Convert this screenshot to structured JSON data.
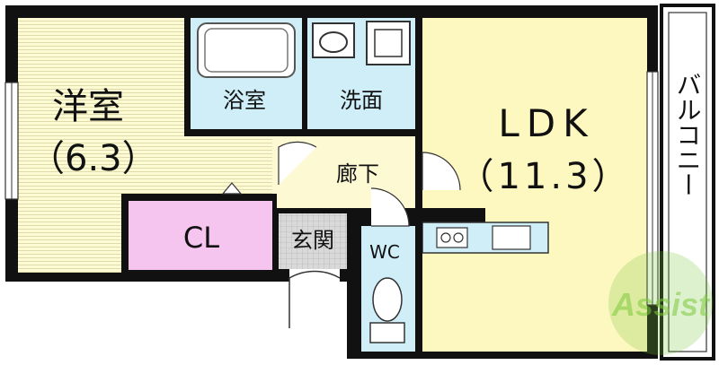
{
  "rooms": {
    "western": {
      "name": "洋室",
      "size": "（6.3）"
    },
    "bath": {
      "name": "浴室"
    },
    "washroom": {
      "name": "洗面"
    },
    "ldk": {
      "name": "LDK",
      "size": "（11.3）"
    },
    "hallway": {
      "name": "廊下"
    },
    "closet": {
      "name": "CL"
    },
    "entrance": {
      "name": "玄関"
    },
    "toilet": {
      "name": "WC"
    },
    "balcony": {
      "name": "バルコニー"
    }
  },
  "watermark": {
    "text": "Assist"
  },
  "colors": {
    "wall": "#111111",
    "western_floor": "#fdfbd3",
    "ldk_floor": "#fdf7c0",
    "wet_area": "#cfeef7",
    "hallway_floor": "#fdf9d3",
    "closet_floor": "#f6c5ef",
    "entrance_floor": "#d9d9d9",
    "watermark": "#7cc83a"
  }
}
